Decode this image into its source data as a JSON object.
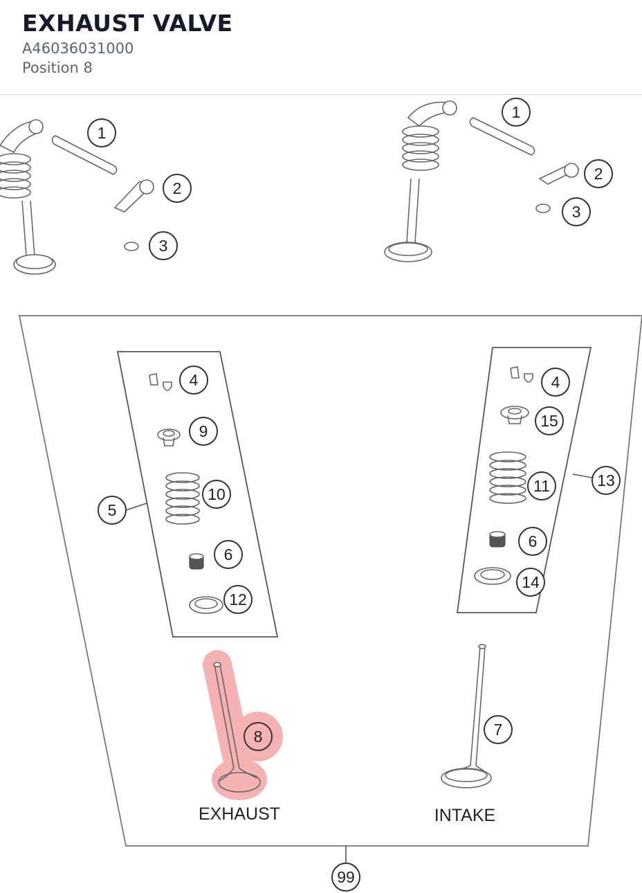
{
  "header": {
    "title": "EXHAUST VALVE",
    "part_number": "A46036031000",
    "position": "Position 8"
  },
  "diagram": {
    "highlight_color": "#f08a8a",
    "callouts": {
      "left_1": "1",
      "left_2": "2",
      "left_3": "3",
      "right_1": "1",
      "right_2": "2",
      "right_3": "3",
      "ex_4": "4",
      "ex_9": "9",
      "ex_10": "10",
      "ex_5": "5",
      "ex_6": "6",
      "ex_12": "12",
      "in_4": "4",
      "in_15": "15",
      "in_11": "11",
      "in_13": "13",
      "in_6": "6",
      "in_14": "14",
      "ex_8": "8",
      "in_7": "7",
      "kit_99": "99"
    },
    "captions": {
      "exhaust": "EXHAUST",
      "intake": "INTAKE"
    }
  }
}
